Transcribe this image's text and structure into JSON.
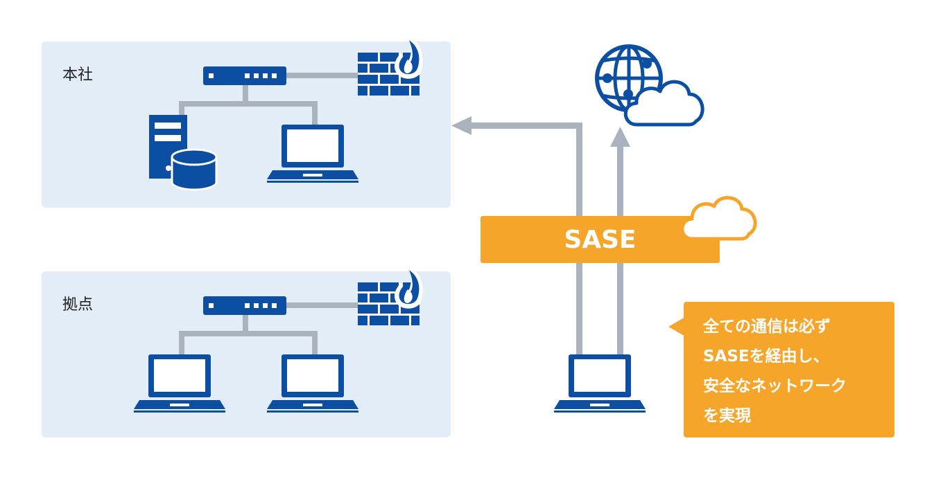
{
  "colors": {
    "panel_bg": "#e3edf8",
    "device_blue": "#0b4ea2",
    "connector_gray": "#aab2bd",
    "sase_orange": "#f5a52a",
    "white": "#ffffff"
  },
  "sites": {
    "head_office": {
      "label": "本社"
    },
    "branch": {
      "label": "拠点"
    }
  },
  "sase": {
    "label": "SASE"
  },
  "callout": {
    "lines": [
      "全ての通信は必ず",
      "SASEを経由し、",
      "安全なネットワーク",
      "を実現"
    ]
  },
  "icons": [
    "router-icon",
    "firewall-icon",
    "server-icon",
    "database-icon",
    "laptop-icon",
    "globe-icon",
    "cloud-icon"
  ]
}
